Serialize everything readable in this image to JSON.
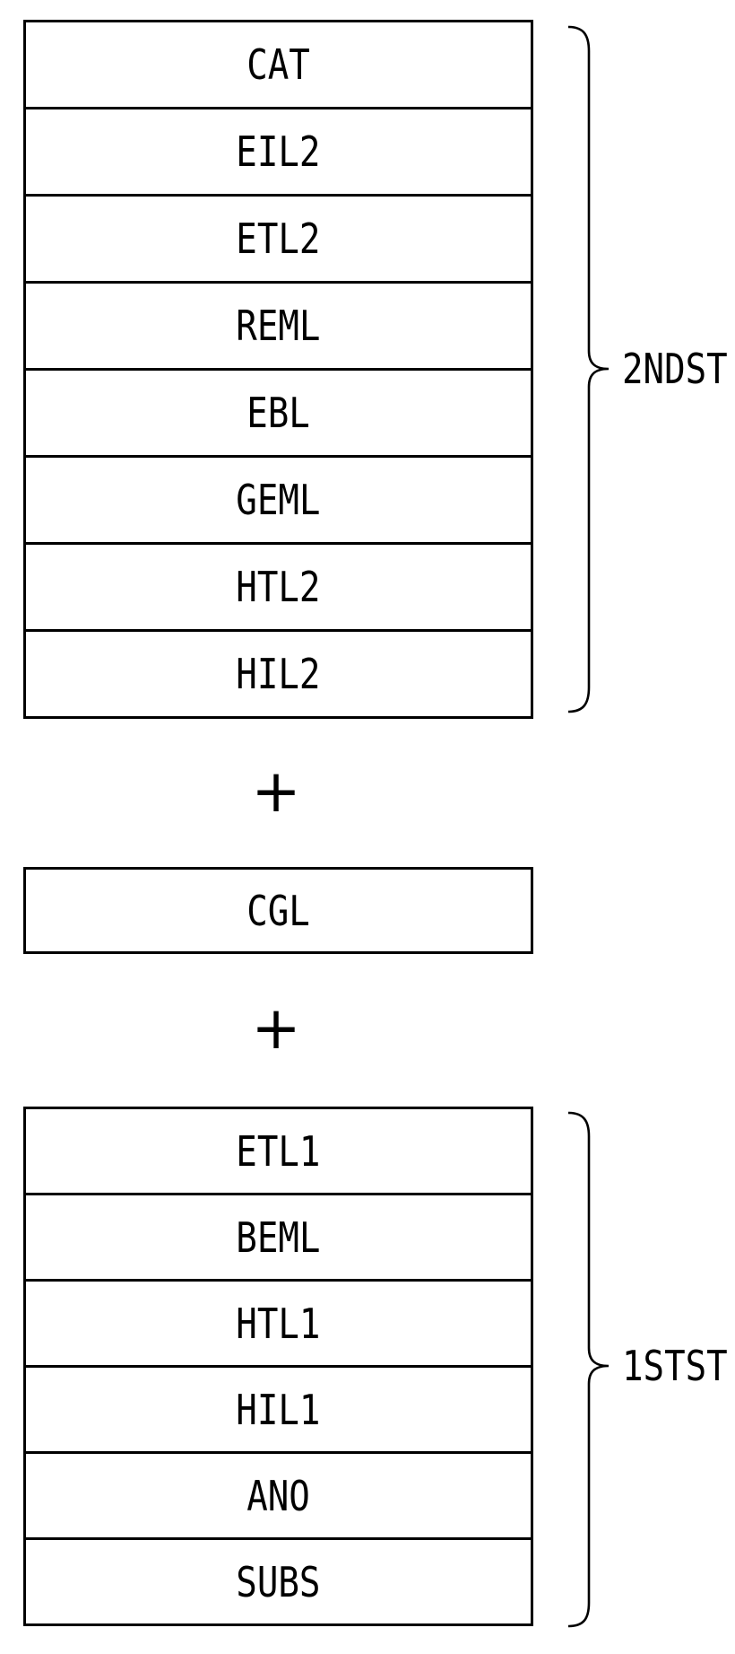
{
  "figure": {
    "type": "layer-stack-diagram",
    "background_color": "#ffffff",
    "line_color": "#000000",
    "plus": "+",
    "middle_layer": "CGL",
    "stacks": [
      {
        "label": "2NDST",
        "layers": [
          "CAT",
          "EIL2",
          "ETL2",
          "REML",
          "EBL",
          "GEML",
          "HTL2",
          "HIL2"
        ]
      },
      {
        "label": "1STST",
        "layers": [
          "ETL1",
          "BEML",
          "HTL1",
          "HIL1",
          "ANO",
          "SUBS"
        ]
      }
    ]
  }
}
